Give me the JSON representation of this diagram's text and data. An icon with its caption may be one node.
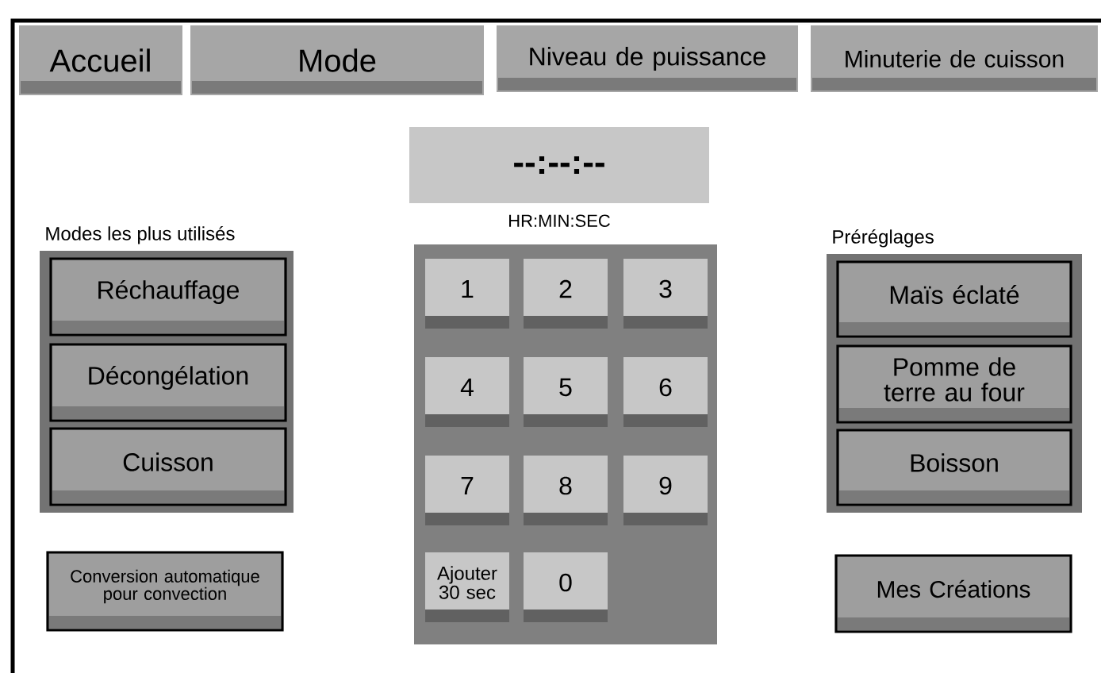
{
  "diagram": {
    "nodes": [
      {
        "text": [
          "Accueil"
        ]
      },
      {
        "text": [
          "Mode"
        ]
      },
      {
        "text": [
          "Niveau de puissance"
        ]
      },
      {
        "text": [
          "Minuterie de cuisson"
        ]
      },
      {
        "text": [
          "--:--:--"
        ],
        "beside": [
          "HR:MIN:SEC"
        ]
      },
      {
        "text": [
          "Modes les plus utilisés"
        ]
      },
      {
        "text": [
          "Réchauffage"
        ],
        "in": 5
      },
      {
        "text": [
          "Décongélation"
        ],
        "in": 5
      },
      {
        "text": [
          "Cuisson"
        ],
        "in": 5
      },
      {
        "text": [],
        "shape": "box"
      },
      {
        "text": [
          "1"
        ],
        "in": 9
      },
      {
        "text": [
          "2"
        ],
        "in": 9
      },
      {
        "text": [
          "3"
        ],
        "in": 9
      },
      {
        "text": [
          "4"
        ],
        "in": 9
      },
      {
        "text": [
          "5"
        ],
        "in": 9
      },
      {
        "text": [
          "6"
        ],
        "in": 9
      },
      {
        "text": [
          "7"
        ],
        "in": 9
      },
      {
        "text": [
          "8"
        ],
        "in": 9
      },
      {
        "text": [
          "9"
        ],
        "in": 9
      },
      {
        "text": [
          "Ajouter 30 sec"
        ],
        "in": 9
      },
      {
        "text": [
          "0"
        ],
        "in": 9
      },
      {
        "text": [
          "Conversion automatique pour convection"
        ]
      },
      {
        "text": [
          "Préréglages"
        ]
      },
      {
        "text": [
          "Maïs éclaté"
        ],
        "in": 22
      },
      {
        "text": [
          "Pomme de terre au four"
        ],
        "in": 22
      },
      {
        "text": [
          "Boisson"
        ],
        "in": 22
      },
      {
        "text": [
          "Mes Créations"
        ]
      }
    ]
  }
}
